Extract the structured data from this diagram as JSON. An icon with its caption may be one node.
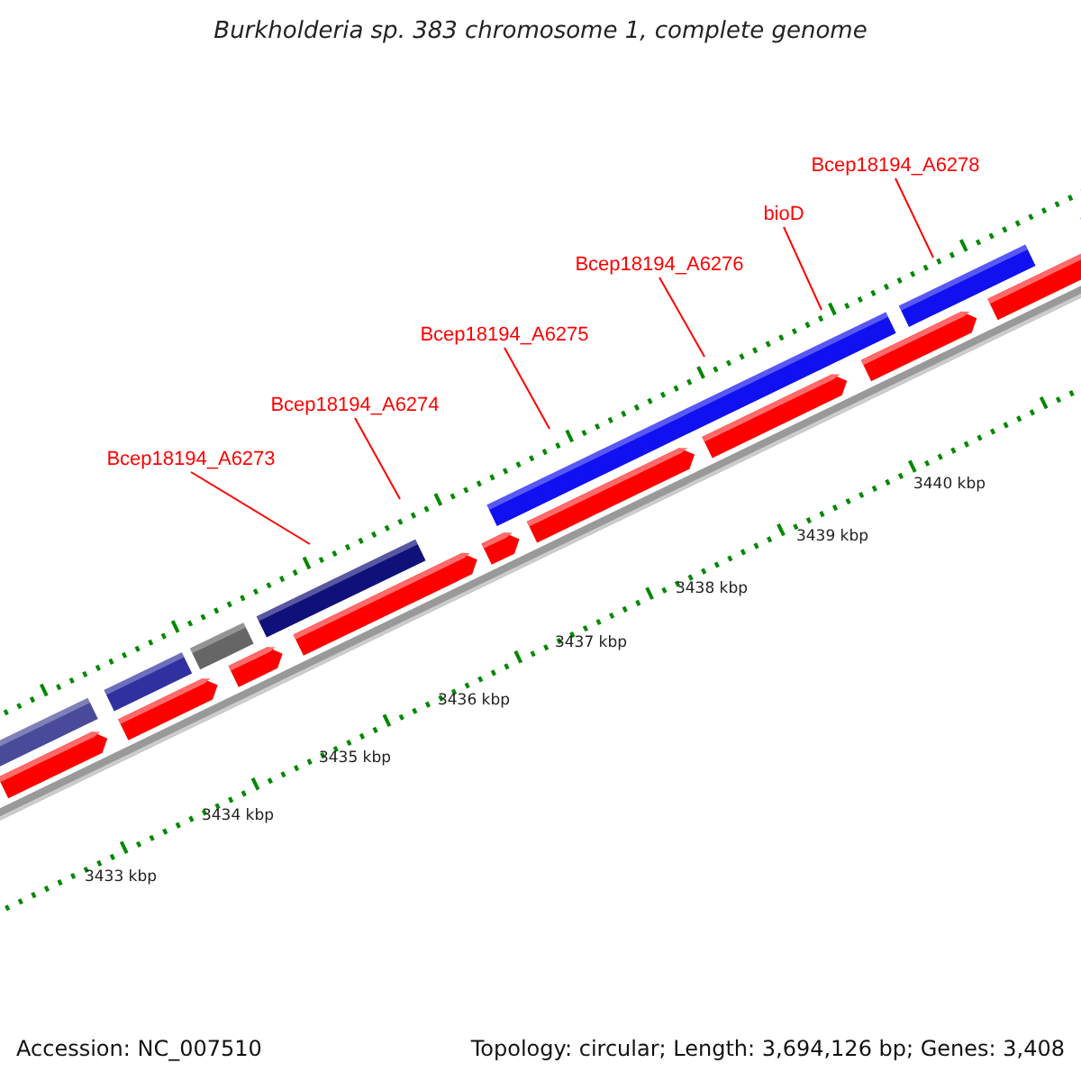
{
  "diagram": {
    "title": "Burkholderia sp. 383 chromosome 1, complete genome",
    "nodes": [
      {
        "text": [
          "Bcep18194_A6273"
        ]
      },
      {
        "text": [
          "Bcep18194_A6274"
        ]
      },
      {
        "text": [
          "Bcep18194_A6275"
        ]
      },
      {
        "text": [
          "Bcep18194_A6276"
        ]
      },
      {
        "text": [
          "bioD"
        ]
      },
      {
        "text": [
          "Bcep18194_A6278"
        ]
      }
    ],
    "edges": [
      {
        "from": 0,
        "to": null,
        "arrow": "none"
      },
      {
        "from": 1,
        "to": null,
        "arrow": "none"
      },
      {
        "from": 2,
        "to": null,
        "arrow": "none"
      },
      {
        "from": 3,
        "to": null,
        "arrow": "none"
      },
      {
        "from": 4,
        "to": null,
        "arrow": "none"
      },
      {
        "from": 5,
        "to": null,
        "arrow": "none"
      }
    ],
    "labels": [
      "3440 kbp",
      "3439 kbp",
      "3438 kbp",
      "3437 kbp",
      "3436 kbp",
      "3435 kbp",
      "3434 kbp",
      "3433 kbp",
      "Accession: NC_007510",
      "Topology: circular; Length: 3,694,126 bp; Genes: 3,408"
    ]
  }
}
